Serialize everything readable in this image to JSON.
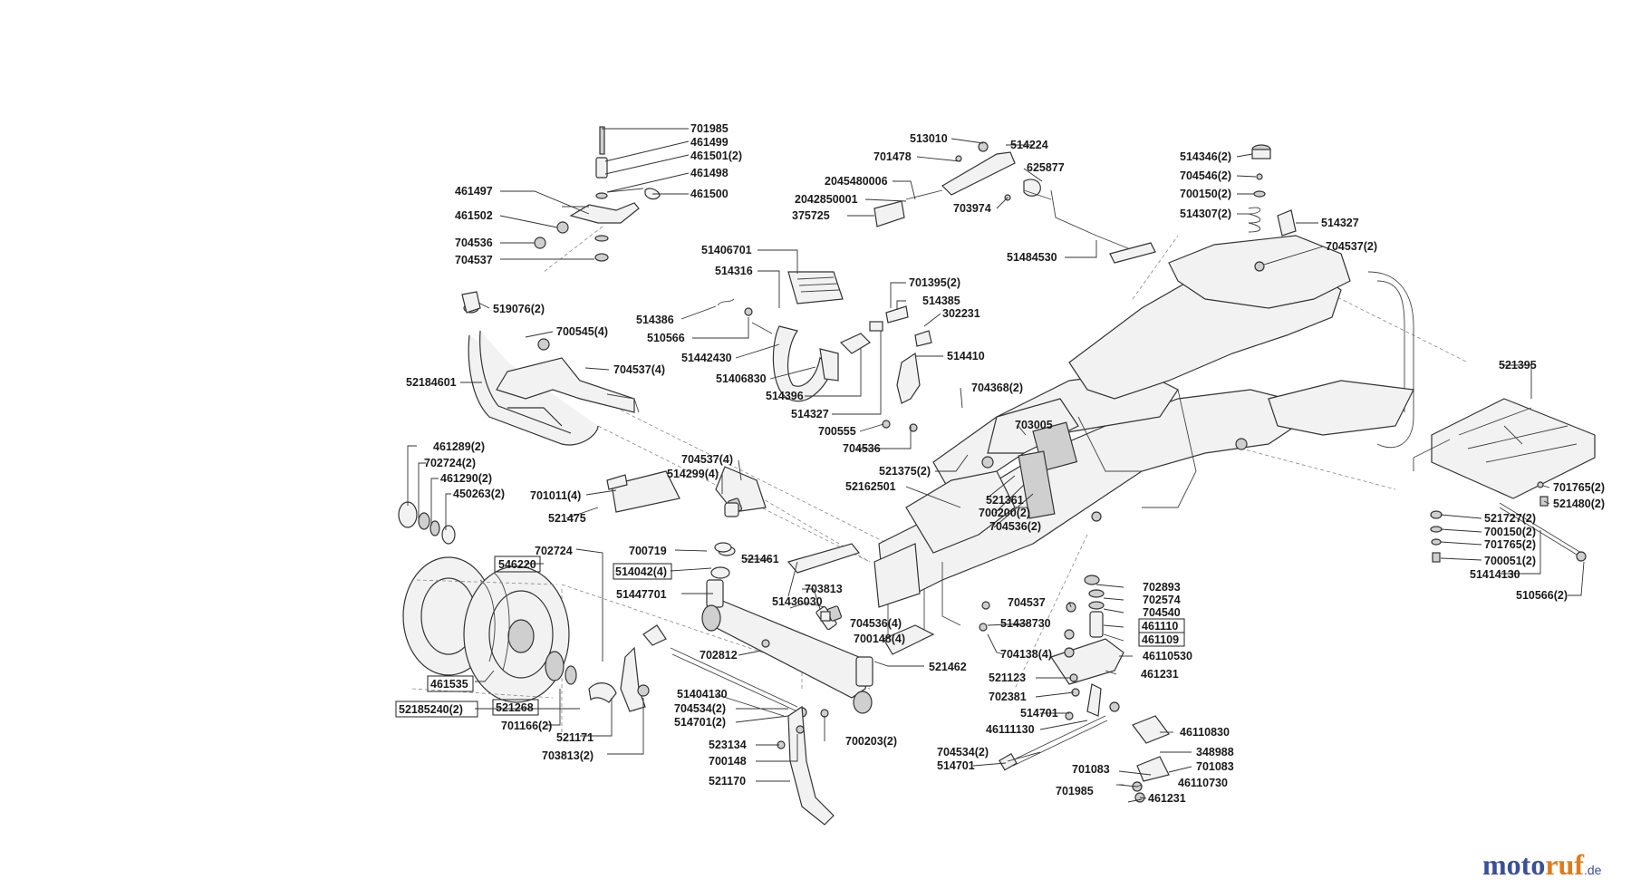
{
  "brand": {
    "part1": "moto",
    "part2": "ruf",
    "part3": ".de"
  },
  "labels": {
    "p701985a": "701985",
    "p461499": "461499",
    "p461501": "461501(2)",
    "p461498": "461498",
    "p461500": "461500",
    "p461497": "461497",
    "p461502": "461502",
    "p704536a": "704536",
    "p704537a": "704537",
    "p513010": "513010",
    "p514224": "514224",
    "p701478": "701478",
    "p625877": "625877",
    "p2045480006": "2045480006",
    "p2042850001": "2042850001",
    "p375725": "375725",
    "p703974": "703974",
    "p51484530": "51484530",
    "p514346": "514346(2)",
    "p704546": "704546(2)",
    "p700150a": "700150(2)",
    "p514307": "514307(2)",
    "p514327a": "514327",
    "p704537b": "704537(2)",
    "p51406701": "51406701",
    "p514316": "514316",
    "p514386": "514386",
    "p510566": "510566",
    "p51442430": "51442430",
    "p51406830": "51406830",
    "p514396": "514396",
    "p514327b": "514327",
    "p700555": "700555",
    "p704536b": "704536",
    "p701395": "701395(2)",
    "p514385": "514385",
    "p302231": "302231",
    "p514410": "514410",
    "p519076": "519076(2)",
    "p700545": "700545(4)",
    "p704537c": "704537(4)",
    "p52184601": "52184601",
    "p704368": "704368(2)",
    "p703005": "703005",
    "p521375": "521375(2)",
    "p52162501": "52162501",
    "p521361": "521361",
    "p700200": "700200(2)",
    "p704536c": "704536(2)",
    "p521395": "521395",
    "p461289": "461289(2)",
    "p702724a": "702724(2)",
    "p461290": "461290(2)",
    "p450263": "450263(2)",
    "p704537d": "704537(4)",
    "p514299": "514299(4)",
    "p701011": "701011(4)",
    "p521475": "521475",
    "p702724b": "702724",
    "p546220": "546220",
    "p700719": "700719",
    "p514042": "514042(4)",
    "p521461": "521461",
    "p703813a": "703813",
    "p51447701": "51447701",
    "p51436030": "51436030",
    "p704536d": "704536(4)",
    "p700148a": "700148(4)",
    "p521462": "521462",
    "p702812": "702812",
    "p461535": "461535",
    "p521268": "521268",
    "p52185240": "52185240(2)",
    "p701166": "701166(2)",
    "p521171": "521171",
    "p703813b": "703813(2)",
    "p51404130": "51404130",
    "p704534a": "704534(2)",
    "p514701a": "514701(2)",
    "p700203": "700203(2)",
    "p523134": "523134",
    "p700148b": "700148",
    "p521170": "521170",
    "p704537e": "704537",
    "p51438730": "51438730",
    "p704138": "704138(4)",
    "p521123": "521123",
    "p702381": "702381",
    "p514701b": "514701",
    "p46111130": "46111130",
    "p704534b": "704534(2)",
    "p514701c": "514701",
    "p701083a": "701083",
    "p701985b": "701985",
    "p702893": "702893",
    "p702574": "702574",
    "p704540": "704540",
    "p461110": "461110",
    "p461109": "461109",
    "p46110530": "46110530",
    "p461231a": "461231",
    "p46110830": "46110830",
    "p348988": "348988",
    "p701083b": "701083",
    "p46110730": "46110730",
    "p461231b": "461231",
    "p701765a": "701765(2)",
    "p521480": "521480(2)",
    "p521727": "521727(2)",
    "p700150b": "700150(2)",
    "p701765b": "701765(2)",
    "p700051": "700051(2)",
    "p51414130": "51414130",
    "p510566b": "510566(2)"
  }
}
